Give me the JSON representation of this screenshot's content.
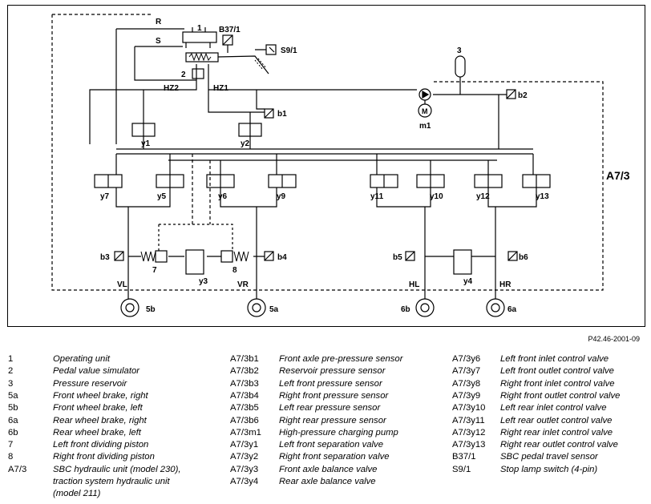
{
  "diagram": {
    "labels": {
      "R": "R",
      "S": "S",
      "one": "1",
      "B37_1": "B37/1",
      "S9_1": "S9/1",
      "two": "2",
      "HZ2": "HZ2",
      "HZ1": "HZ1",
      "three": "3",
      "b1": "b1",
      "b2": "b2",
      "m1": "m1",
      "M": "M",
      "y1": "y1",
      "y2": "y2",
      "A7_3": "A7/3",
      "y7": "y7",
      "y5": "y5",
      "y6": "y6",
      "y9": "y9",
      "y11": "y11",
      "y10": "y10",
      "y12": "y12",
      "y13": "y13",
      "b3": "b3",
      "b4": "b4",
      "b5": "b5",
      "b6": "b6",
      "seven": "7",
      "eight": "8",
      "y3": "y3",
      "y4": "y4",
      "VL": "VL",
      "VR": "VR",
      "HL": "HL",
      "HR": "HR",
      "5b": "5b",
      "5a": "5a",
      "6b": "6b",
      "6a": "6a"
    }
  },
  "doc_id": "P42.46-2001-09",
  "legend": [
    [
      {
        "key": "1",
        "text": "Operating unit"
      },
      {
        "key": "2",
        "text": "Pedal value simulator"
      },
      {
        "key": "3",
        "text": "Pressure reservoir"
      },
      {
        "key": "5a",
        "text": "Front wheel brake, right"
      },
      {
        "key": "5b",
        "text": "Front wheel brake, left"
      },
      {
        "key": "6a",
        "text": "Rear wheel brake, right"
      },
      {
        "key": "6b",
        "text": "Rear wheel brake, left"
      },
      {
        "key": "7",
        "text": "Left front dividing piston"
      },
      {
        "key": "8",
        "text": "Right front dividing piston"
      },
      {
        "key": "A7/3",
        "text": "SBC hydraulic unit (model 230),"
      },
      {
        "key": "",
        "text": "traction system hydraulic unit"
      },
      {
        "key": "",
        "text": "(model 211)"
      }
    ],
    [
      {
        "key": "A7/3b1",
        "text": "Front axle pre-pressure sensor"
      },
      {
        "key": "A7/3b2",
        "text": "Reservoir pressure sensor"
      },
      {
        "key": "A7/3b3",
        "text": "Left front pressure sensor"
      },
      {
        "key": "A7/3b4",
        "text": "Right front pressure sensor"
      },
      {
        "key": "A7/3b5",
        "text": "Left rear pressure sensor"
      },
      {
        "key": "A7/3b6",
        "text": "Right rear pressure sensor"
      },
      {
        "key": "A7/3m1",
        "text": "High-pressure charging pump"
      },
      {
        "key": "A7/3y1",
        "text": "Left front separation valve"
      },
      {
        "key": "A7/3y2",
        "text": "Right front separation valve"
      },
      {
        "key": "A7/3y3",
        "text": "Front axle balance valve"
      },
      {
        "key": "A7/3y4",
        "text": "Rear axle balance valve"
      }
    ],
    [
      {
        "key": "A7/3y6",
        "text": "Left front inlet control valve"
      },
      {
        "key": "A7/3y7",
        "text": "Left front outlet control valve"
      },
      {
        "key": "A7/3y8",
        "text": "Right front inlet control valve"
      },
      {
        "key": "A7/3y9",
        "text": "Right front outlet control valve"
      },
      {
        "key": "A7/3y10",
        "text": "Left rear inlet control valve"
      },
      {
        "key": "A7/3y11",
        "text": "Left rear outlet control valve"
      },
      {
        "key": "A7/3y12",
        "text": "Right rear inlet control valve"
      },
      {
        "key": "A7/3y13",
        "text": "Right rear outlet control valve"
      },
      {
        "key": "B37/1",
        "text": "SBC pedal travel sensor"
      },
      {
        "key": "S9/1",
        "text": "Stop lamp switch (4-pin)"
      }
    ]
  ]
}
